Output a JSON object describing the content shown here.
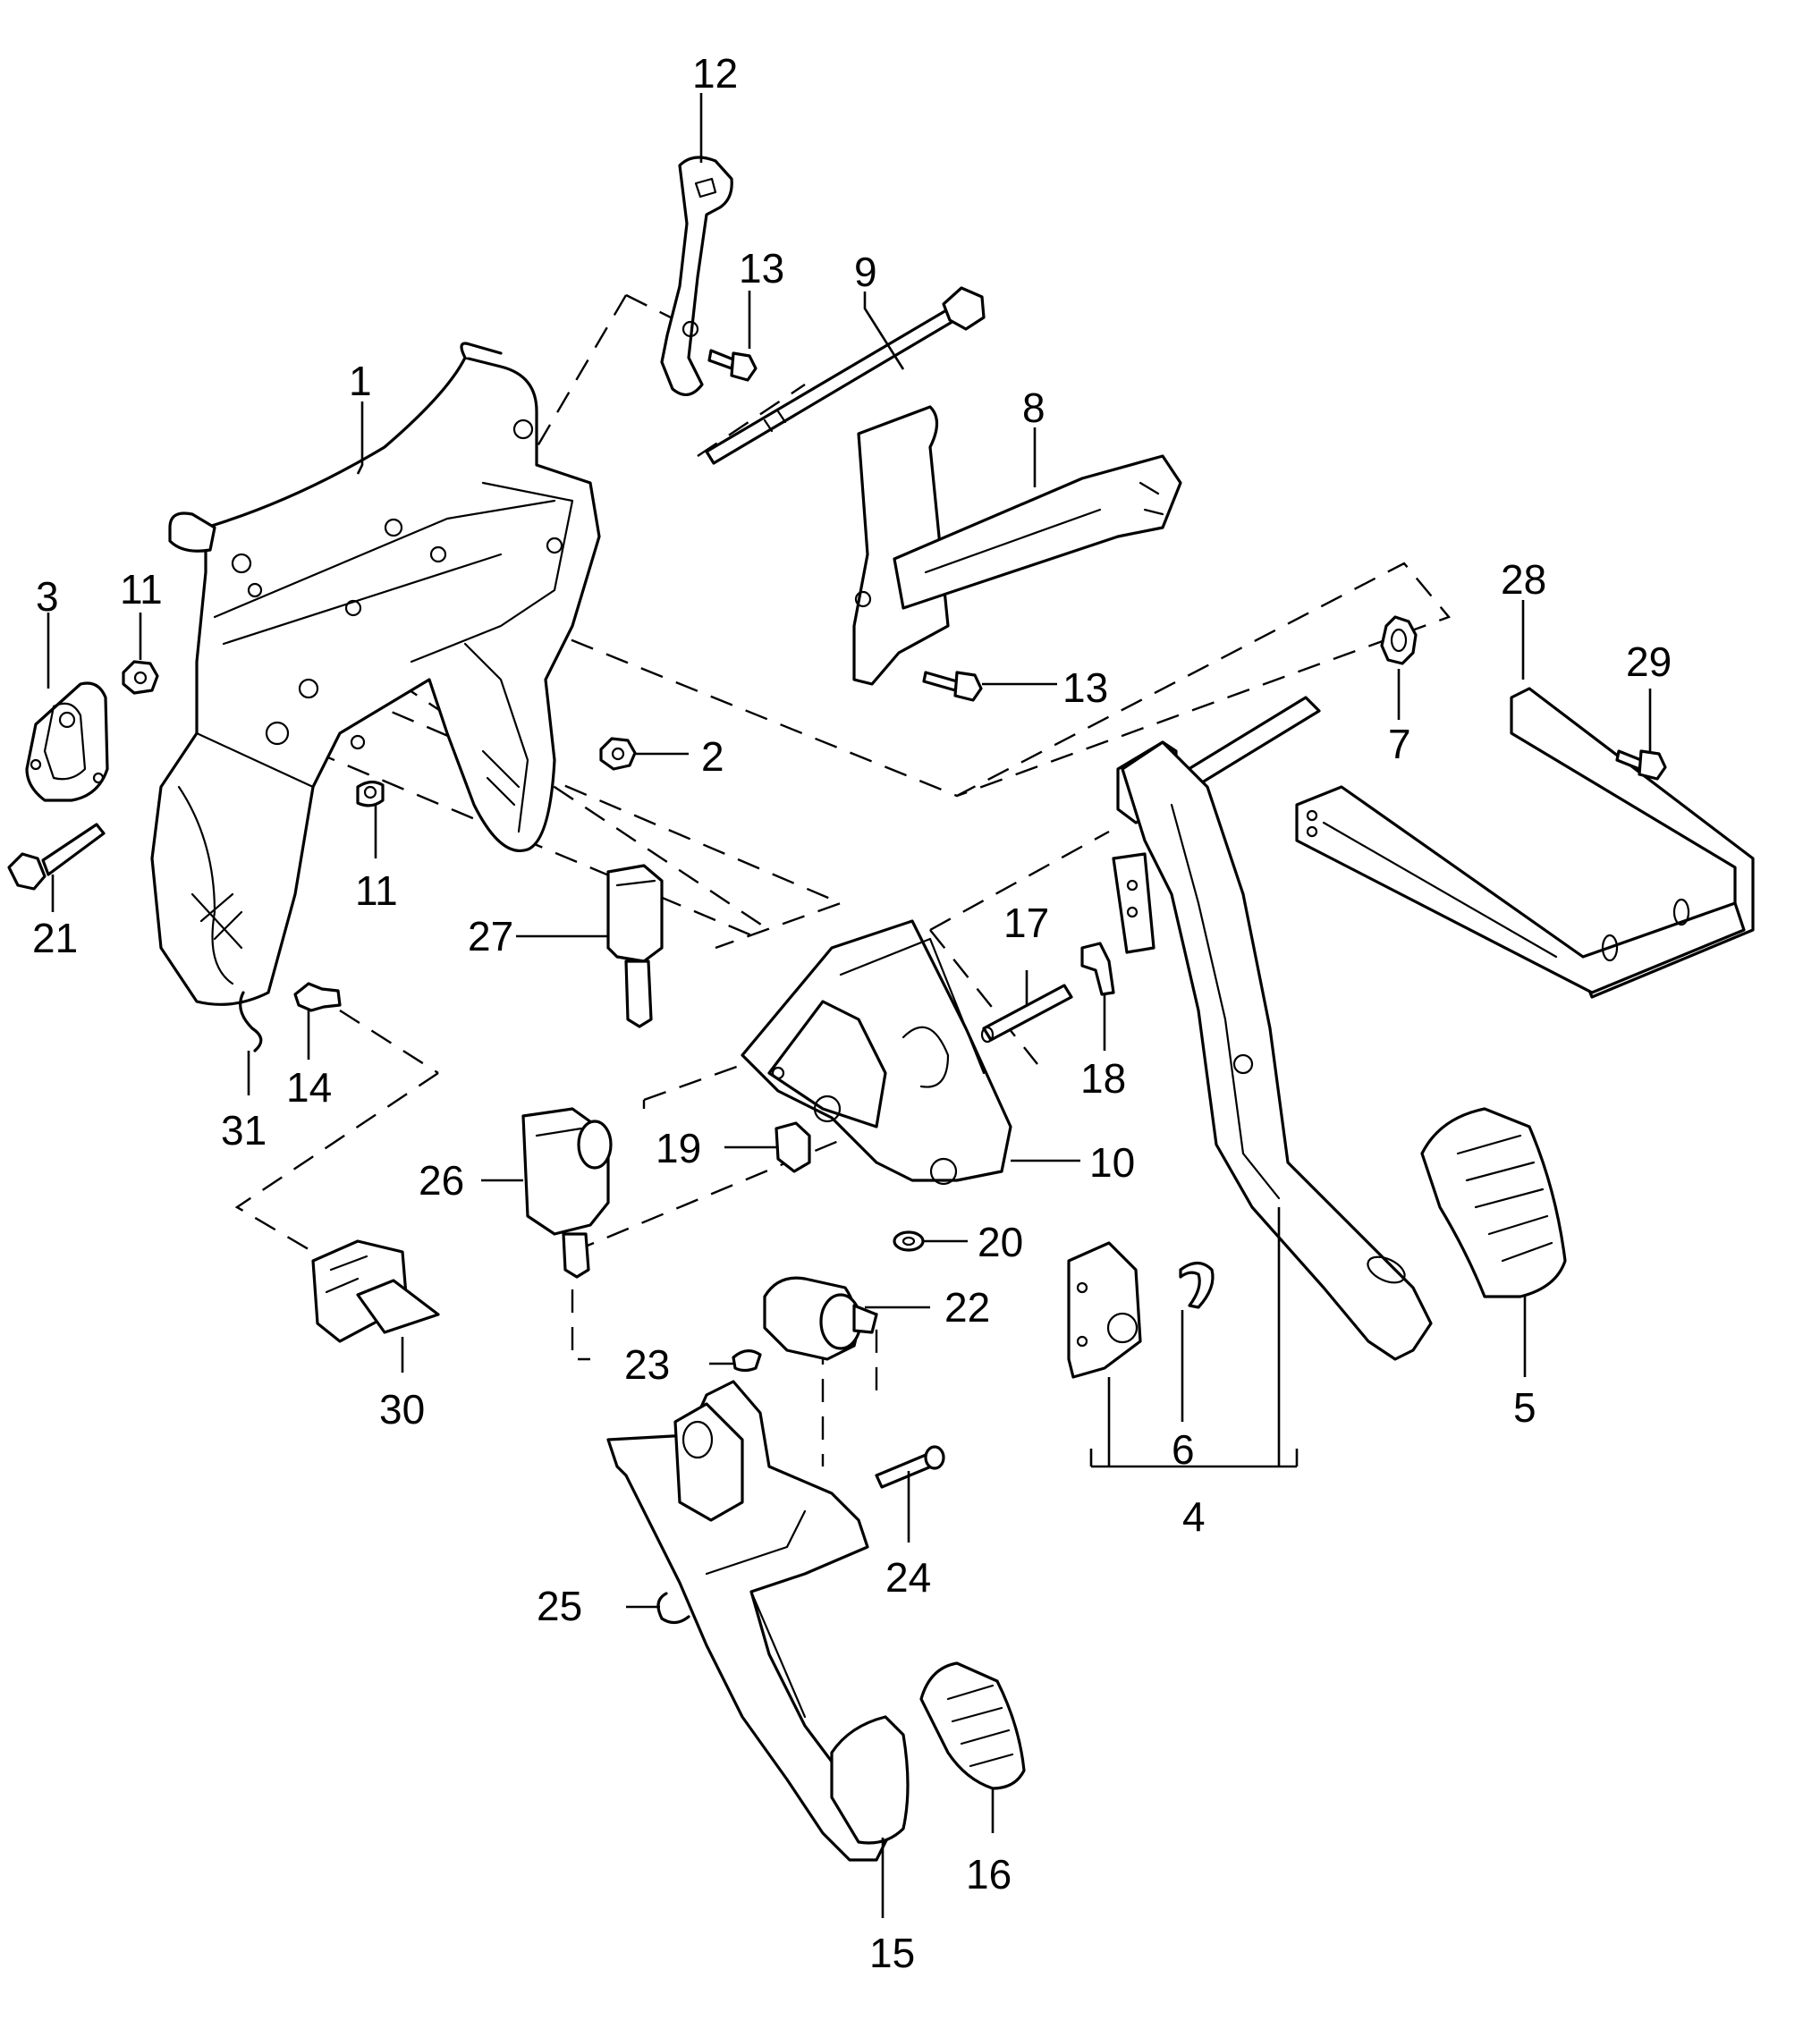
{
  "diagram": {
    "callouts": {
      "c1": "1",
      "c2": "2",
      "c3": "3",
      "c4": "4",
      "c5": "5",
      "c6": "6",
      "c7": "7",
      "c8": "8",
      "c9": "9",
      "c10": "10",
      "c11a": "11",
      "c11b": "11",
      "c12": "12",
      "c13a": "13",
      "c13b": "13",
      "c14": "14",
      "c15": "15",
      "c16": "16",
      "c17": "17",
      "c18": "18",
      "c19": "19",
      "c20": "20",
      "c21": "21",
      "c22": "22",
      "c23": "23",
      "c24": "24",
      "c25": "25",
      "c26": "26",
      "c27": "27",
      "c28": "28",
      "c29": "29",
      "c30": "30",
      "c31": "31"
    }
  }
}
